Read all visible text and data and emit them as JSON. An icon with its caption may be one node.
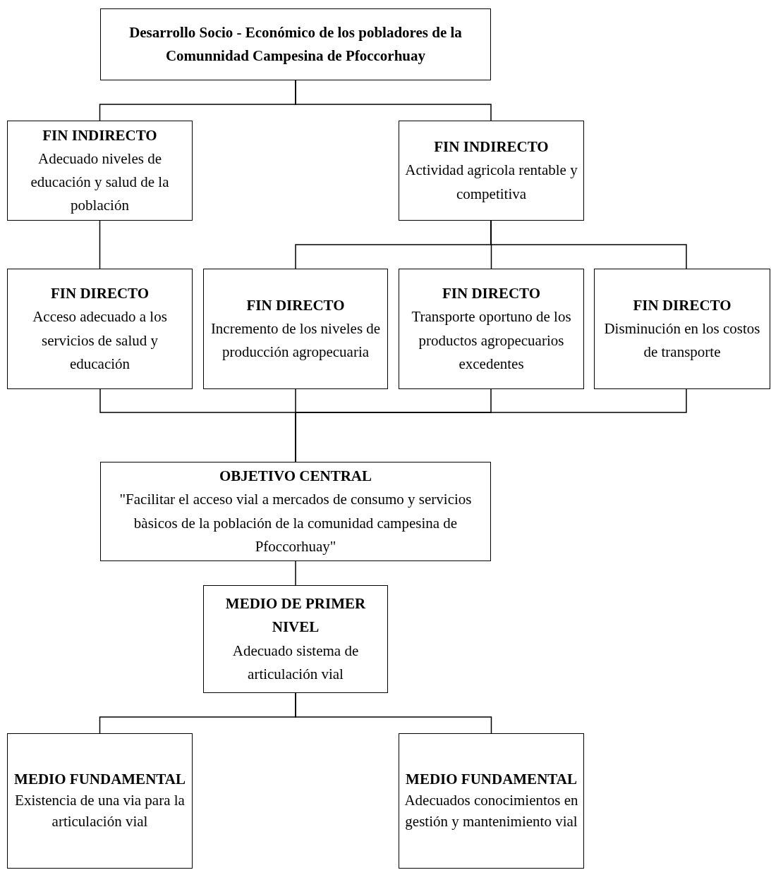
{
  "diagram": {
    "nodes": [
      {
        "text": [
          "Desarrollo Socio - Económico de los pobladores de la Comunnidad Campesina de Pfoccorhuay"
        ]
      },
      {
        "text": [
          "FIN INDIRECTO",
          "Adecuado niveles de educación y salud de la población"
        ]
      },
      {
        "text": [
          "FIN INDIRECTO",
          "Actividad agricola rentable y competitiva"
        ]
      },
      {
        "text": [
          "FIN DIRECTO",
          "Acceso adecuado a los servicios de salud y educación"
        ]
      },
      {
        "text": [
          "FIN DIRECTO",
          "Incremento de los niveles de producción agropecuaria"
        ]
      },
      {
        "text": [
          "FIN DIRECTO",
          "Transporte oportuno de los productos agropecuarios excedentes"
        ]
      },
      {
        "text": [
          "FIN DIRECTO",
          "Disminución en los costos de transporte"
        ]
      },
      {
        "text": [
          "OBJETIVO CENTRAL",
          "\"Facilitar el acceso vial a mercados de consumo y servicios bàsicos de la población de la comunidad campesina de Pfoccorhuay\""
        ]
      },
      {
        "text": [
          "MEDIO DE PRIMER NIVEL",
          "Adecuado sistema de articulación vial"
        ]
      },
      {
        "text": [
          "MEDIO FUNDAMENTAL",
          "Existencia de una via para la articulación vial"
        ]
      },
      {
        "text": [
          "MEDIO FUNDAMENTAL",
          "Adecuados conocimientos en gestión y mantenimiento vial"
        ]
      }
    ],
    "edges": [
      {
        "from": 0,
        "to": 1,
        "arrow": "none"
      },
      {
        "from": 0,
        "to": 2,
        "arrow": "none"
      },
      {
        "from": 1,
        "to": 3,
        "arrow": "none"
      },
      {
        "from": 2,
        "to": 4,
        "arrow": "none"
      },
      {
        "from": 2,
        "to": 5,
        "arrow": "none"
      },
      {
        "from": 2,
        "to": 6,
        "arrow": "none"
      },
      {
        "from": 3,
        "to": 7,
        "arrow": "none"
      },
      {
        "from": 4,
        "to": 7,
        "arrow": "none"
      },
      {
        "from": 5,
        "to": 7,
        "arrow": "none"
      },
      {
        "from": 6,
        "to": 7,
        "arrow": "none"
      },
      {
        "from": 7,
        "to": 8,
        "arrow": "none"
      },
      {
        "from": 8,
        "to": 9,
        "arrow": "none"
      },
      {
        "from": 8,
        "to": 10,
        "arrow": "none"
      }
    ]
  }
}
